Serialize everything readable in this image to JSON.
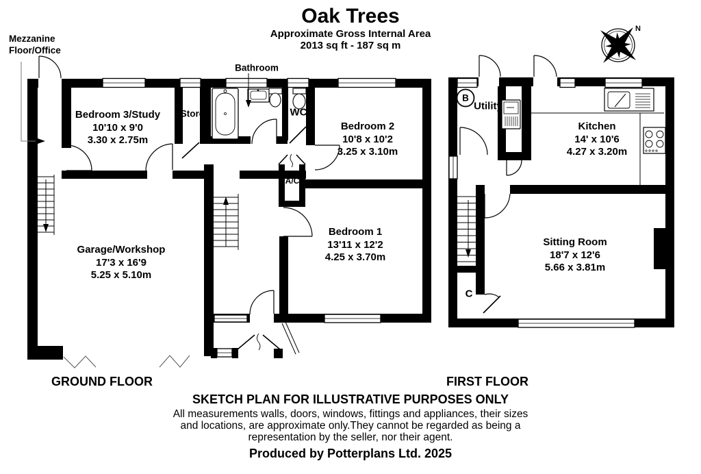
{
  "page": {
    "title": "Oak Trees",
    "subtitle_line1": "Approximate Gross Internal Area",
    "subtitle_line2": "2013 sq ft - 187 sq m"
  },
  "compass": {
    "north_label": "N"
  },
  "annotations": {
    "mezzanine_line1": "Mezzanine",
    "mezzanine_line2": "Floor/Office",
    "bathroom": "Bathroom",
    "store": "Store",
    "wc": "WC",
    "ac": "A/C",
    "utility": "Utility",
    "marker_b": "B",
    "marker_c": "C"
  },
  "ground_floor": {
    "label": "GROUND FLOOR",
    "rooms": [
      {
        "name": "Bedroom 3/Study",
        "imperial": "10'10 x 9'0",
        "metric": "3.30 x 2.75m"
      },
      {
        "name": "Bedroom 2",
        "imperial": "10'8 x 10'2",
        "metric": "3.25 x 3.10m"
      },
      {
        "name": "Bedroom 1",
        "imperial": "13'11 x 12'2",
        "metric": "4.25 x 3.70m"
      },
      {
        "name": "Garage/Workshop",
        "imperial": "17'3 x 16'9",
        "metric": "5.25 x 5.10m"
      }
    ]
  },
  "first_floor": {
    "label": "FIRST FLOOR",
    "rooms": [
      {
        "name": "Kitchen",
        "imperial": "14' x 10'6",
        "metric": "4.27 x 3.20m"
      },
      {
        "name": "Sitting Room",
        "imperial": "18'7 x 12'6",
        "metric": "5.66 x 3.81m"
      }
    ]
  },
  "footer": {
    "disclaimer_title": "SKETCH PLAN FOR ILLUSTRATIVE PURPOSES ONLY",
    "disclaimer_line1": "All measurements walls, doors, windows, fittings and appliances, their sizes",
    "disclaimer_line2": "and locations, are approximate only.They cannot be regarded as being a",
    "disclaimer_line3": "representation by the seller, nor their agent.",
    "credit": "Produced by Potterplans Ltd. 2025"
  }
}
